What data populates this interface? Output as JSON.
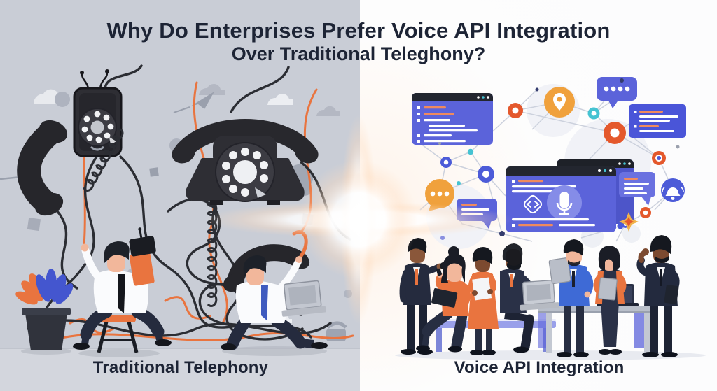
{
  "title": {
    "line1": "Why Do Enterprises Prefer Voice API Integration",
    "line2": "Over Traditional Teleghony?"
  },
  "panels": {
    "left": {
      "label": "Traditional Telephony"
    },
    "right": {
      "label": "Voice API Integration"
    }
  },
  "palette": {
    "left_background": "#c9cdd6",
    "right_background": "#fdfdfd",
    "ink": "#1d2435",
    "wire_black": "#2b2d33",
    "accent_orange": "#e9743f",
    "amber": "#f0a13c",
    "window_purple": "#5b63da",
    "window_header_dark": "#23262f",
    "node_blue": "#4c5bd8",
    "node_orange": "#e4582c",
    "node_teal": "#45c3d2",
    "suit_navy": "#272e42",
    "flare_warm": "#ffddc0"
  },
  "illustration": {
    "left_elements": [
      "telephone-handset",
      "wall-rotary-phone",
      "desk-rotary-phone",
      "coiled-cords",
      "tangled-wires",
      "frustrated-worker-on-stool",
      "kneeling-worker-with-laptop",
      "potted-plant"
    ],
    "right_elements": [
      "api-network-graph",
      "code-window",
      "voice-api-browser-window",
      "microphone-icon",
      "code-brackets-icon",
      "location-pin-node",
      "chat-dots-bubble",
      "message-card",
      "speech-bubble",
      "notification-bell-node",
      "rocket-sparkle-node",
      "business-team",
      "bench",
      "desk-with-laptop"
    ]
  }
}
